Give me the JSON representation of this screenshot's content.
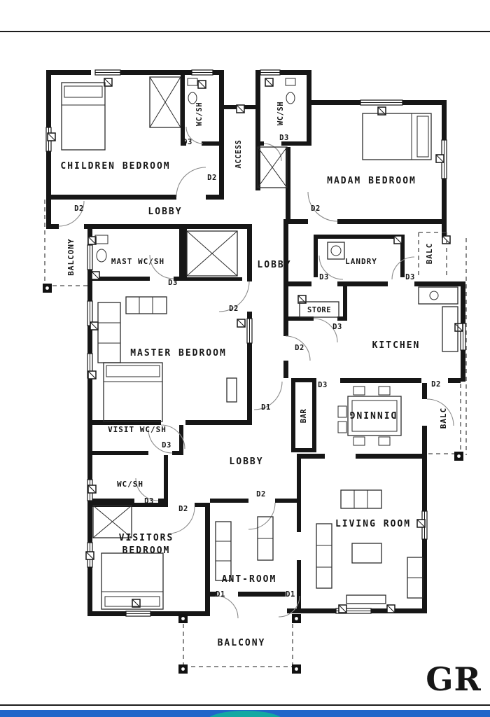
{
  "labels": {
    "children_bedroom": "CHILDREN BEDROOM",
    "madam_bedroom": "MADAM BEDROOM",
    "master_bedroom": "MASTER BEDROOM",
    "visitors_line1": "VISITORS",
    "visitors_line2": "BEDROOM",
    "living_room": "LIVING ROOM",
    "ant_room": "ANT-ROOM",
    "kitchen": "KITCHEN",
    "dinning": "DINNING",
    "store": "STORE",
    "landry": "LANDRY",
    "bar": "BAR",
    "lobby": "LOBBY",
    "balcony": "BALCONY",
    "balc": "BALC",
    "access": "ACCESS",
    "wc_sh": "WC/SH",
    "mast_wc_sh": "MAST WC/SH",
    "visit_wc_sh": "VISIT WC/SH",
    "plan_title": "GR"
  },
  "doors": {
    "d1": "D1",
    "d2": "D2",
    "d3": "D3"
  },
  "colors": {
    "bottom_bar": "#2166c9",
    "fab": "#13a9a2",
    "ink": "#161616"
  }
}
